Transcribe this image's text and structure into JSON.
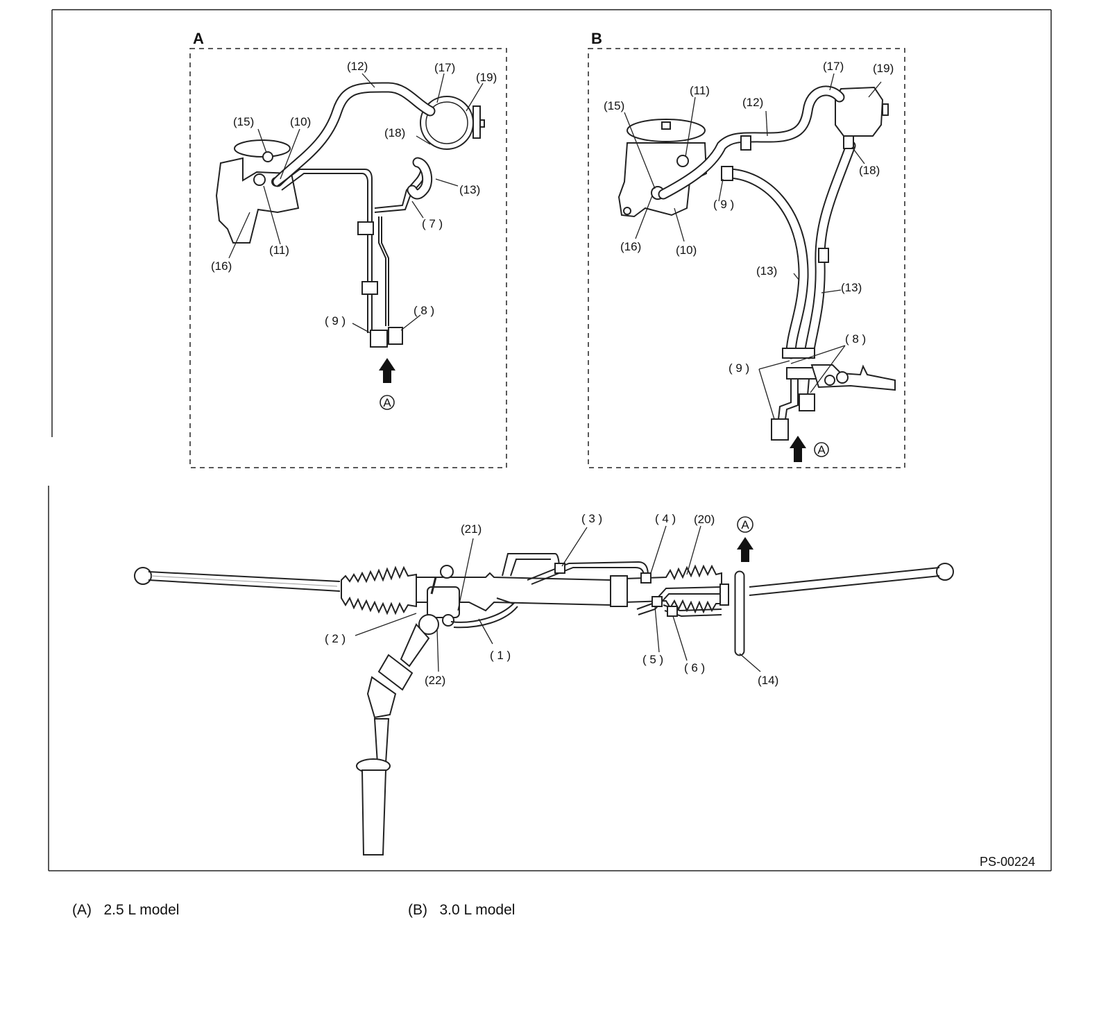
{
  "panels": {
    "a": {
      "letter": "A",
      "callouts": {
        "c12": "(12)",
        "c17": "(17)",
        "c19": "(19)",
        "c15": "(15)",
        "c10": "(10)",
        "c18": "(18)",
        "c13": "(13)",
        "c7": "( 7 )",
        "c16": "(16)",
        "c11": "(11)",
        "c9": "( 9 )",
        "c8": "( 8 )"
      },
      "view_marker": "A"
    },
    "b": {
      "letter": "B",
      "callouts": {
        "c17": "(17)",
        "c19": "(19)",
        "c11": "(11)",
        "c15": "(15)",
        "c12": "(12)",
        "c18": "(18)",
        "c9": "( 9 )",
        "c16": "(16)",
        "c10": "(10)",
        "c13a": "(13)",
        "c13b": "(13)",
        "c8": "( 8 )",
        "c9b": "( 9 )"
      },
      "view_marker": "A"
    }
  },
  "main": {
    "callouts": {
      "c3": "( 3 )",
      "c4": "( 4 )",
      "c20": "(20)",
      "c21": "(21)",
      "c2": "( 2 )",
      "c1": "( 1 )",
      "c22": "(22)",
      "c5": "( 5 )",
      "c6": "( 6 )",
      "c14": "(14)"
    },
    "view_marker": "A",
    "figure_code": "PS-00224"
  },
  "captions": {
    "a": "(A)   2.5 L model",
    "b": "(B)   3.0 L model"
  }
}
